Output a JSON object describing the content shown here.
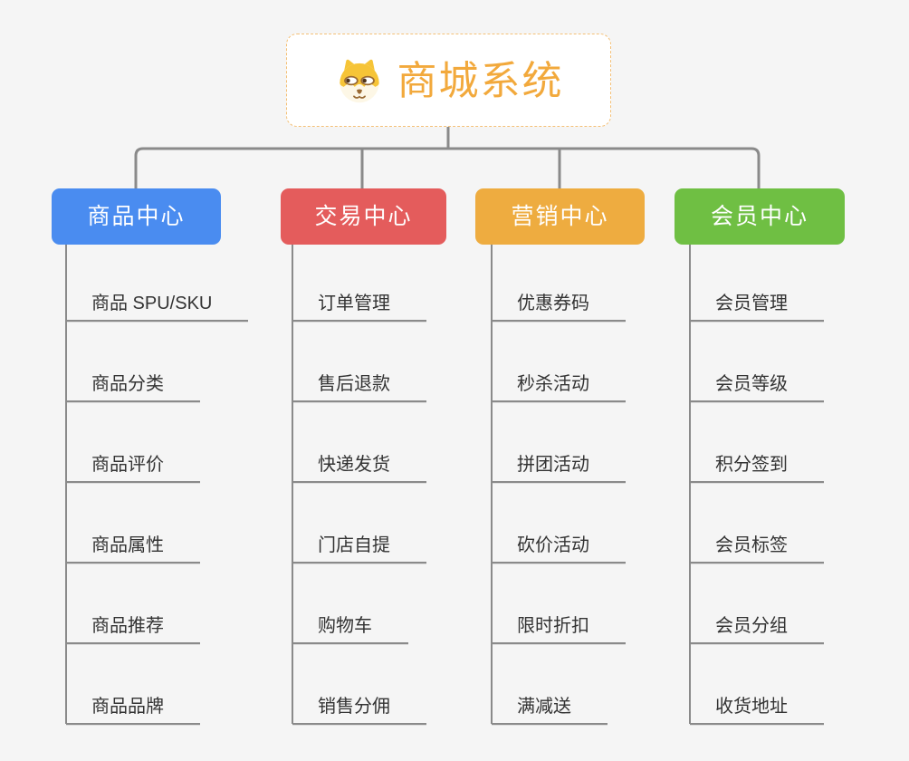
{
  "page": {
    "background_color": "#F5F5F5",
    "connector_color": "#8A8A8A",
    "leaf_text_color": "#333333"
  },
  "root": {
    "label": "商城系统",
    "icon": "shiba-dog-icon",
    "accent_color": "#F2A93C",
    "border_color": "#F4C077",
    "fill_color": "#FFFFFF"
  },
  "branches": [
    {
      "label": "商品中心",
      "color": "#4A8CF0",
      "children": [
        "商品 SPU/SKU",
        "商品分类",
        "商品评价",
        "商品属性",
        "商品推荐",
        "商品品牌"
      ]
    },
    {
      "label": "交易中心",
      "color": "#E45C5C",
      "children": [
        "订单管理",
        "售后退款",
        "快递发货",
        "门店自提",
        "购物车",
        "销售分佣"
      ]
    },
    {
      "label": "营销中心",
      "color": "#EEAC40",
      "children": [
        "优惠券码",
        "秒杀活动",
        "拼团活动",
        "砍价活动",
        "限时折扣",
        "满减送"
      ]
    },
    {
      "label": "会员中心",
      "color": "#6FBF43",
      "children": [
        "会员管理",
        "会员等级",
        "积分签到",
        "会员标签",
        "会员分组",
        "收货地址"
      ]
    }
  ]
}
